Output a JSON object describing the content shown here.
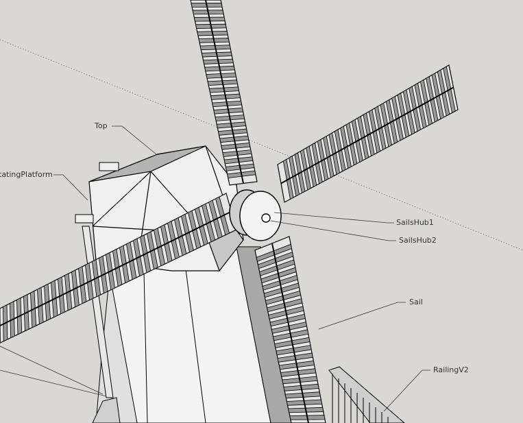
{
  "labels": {
    "top": "Top",
    "rotating_platform": "tatingPlatform",
    "sails_hub1": "SailsHub1",
    "sails_hub2": "SailsHub2",
    "sail": "Sail",
    "railing_v2": "RailingV2"
  },
  "colors": {
    "background": "#d9d8d4",
    "face_light": "#f2f2f2",
    "face_shade": "#b8b8b8",
    "edge": "#000000"
  }
}
